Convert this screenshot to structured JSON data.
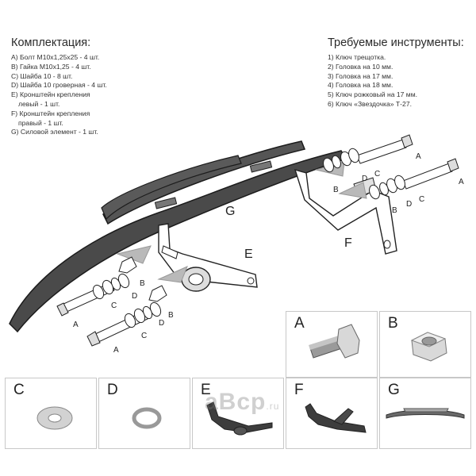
{
  "kit": {
    "title": "Комплектация:",
    "items": [
      "A) Болт M10x1,25x25 - 4 шт.",
      "B) Гайка M10x1,25 - 4 шт.",
      "C) Шайба 10 - 8 шт.",
      "D) Шайба 10 гроверная - 4 шт.",
      "E) Кронштейн крепления",
      "левый - 1 шт.",
      "F) Кронштейн крепления",
      "правый - 1 шт.",
      "G) Силовой элемент - 1 шт."
    ]
  },
  "tools": {
    "title": "Требуемые инструменты:",
    "items": [
      "1) Ключ трещотка.",
      "2) Головка на 10 мм.",
      "3) Головка на 17 мм.",
      "4) Головка на 18 мм.",
      "5) Ключ рожковый на 17 мм.",
      "6) Ключ «Звездочка» Т-27."
    ]
  },
  "callouts": {
    "G": "G",
    "E": "E",
    "F": "F",
    "A1": "A",
    "A2": "A",
    "A3": "A",
    "A4": "A",
    "B1": "B",
    "B2": "B",
    "B3": "B",
    "B4": "B",
    "C1": "C",
    "C2": "C",
    "C3": "C",
    "C4": "C",
    "D1": "D",
    "D2": "D",
    "D3": "D",
    "D4": "D"
  },
  "cards": {
    "A": "A",
    "B": "B",
    "C": "C",
    "D": "D",
    "E": "E",
    "F": "F",
    "G": "G"
  },
  "watermark": {
    "main": "aBcp",
    "tld": ".ru"
  }
}
